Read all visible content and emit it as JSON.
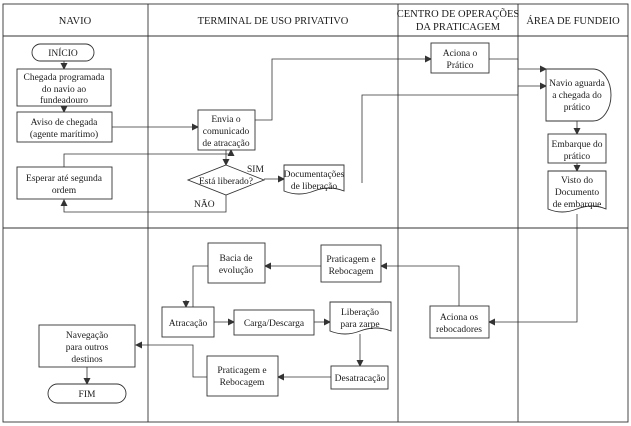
{
  "lanes": {
    "navio": "NAVIO",
    "terminal": "TERMINAL DE USO PRIVATIVO",
    "centro_line1": "CENTRO DE OPERAÇÕES",
    "centro_line2": "DA PRATICAGEM",
    "fundeio": "ÁREA DE FUNDEIO"
  },
  "nodes": {
    "inicio": "INÍCIO",
    "chegada_l1": "Chegada programada",
    "chegada_l2": "do navio ao",
    "chegada_l3": "fundeadouro",
    "aviso_l1": "Aviso de chegada",
    "aviso_l2": "(agente marítimo)",
    "esperar_l1": "Esperar até segunda",
    "esperar_l2": "ordem",
    "envia_l1": "Envia o",
    "envia_l2": "comunicado",
    "envia_l3": "de atracação",
    "decisao": "Está liberado?",
    "sim": "SIM",
    "nao": "NÃO",
    "doc_l1": "Documentações",
    "doc_l2": "de liberação",
    "aciona_pratico_l1": "Aciona o",
    "aciona_pratico_l2": "Prático",
    "navio_aguarda_l1": "Navio aguarda",
    "navio_aguarda_l2": "a chegada do",
    "navio_aguarda_l3": "prático",
    "embarque_l1": "Embarque do",
    "embarque_l2": "prático",
    "visto_l1": "Visto do",
    "visto_l2": "Documento",
    "visto_l3": "de embarque",
    "acionar_reb_l1": "Aciona os",
    "acionar_reb_l2": "rebocadores",
    "prat_reb1_l1": "Praticagem e",
    "prat_reb1_l2": "Rebocagem",
    "bacia_l1": "Bacia de",
    "bacia_l2": "evolução",
    "atracacao": "Atracação",
    "carga": "Carga/Descarga",
    "liberacao_l1": "Liberação",
    "liberacao_l2": "para zarpe",
    "desatracacao": "Desatracação",
    "prat_reb2_l1": "Praticagem e",
    "prat_reb2_l2": "Rebocagem",
    "navegacao_l1": "Navegação",
    "navegacao_l2": "para outros",
    "navegacao_l3": "destinos",
    "fim": "FIM"
  }
}
